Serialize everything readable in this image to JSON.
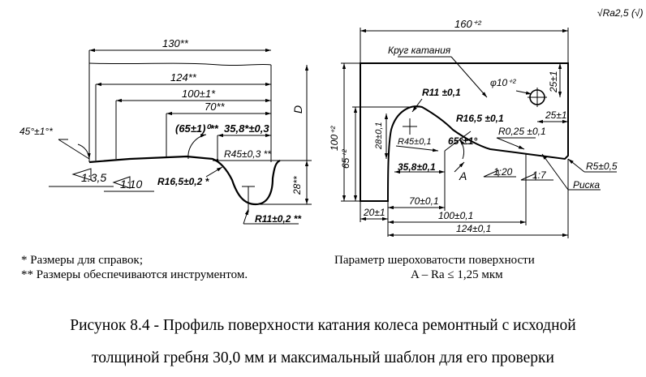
{
  "roughness_symbol": "√Ra2,5 (√)",
  "left_profile": {
    "dims": {
      "d130": "130**",
      "d124": "124**",
      "d100": "100±1*",
      "d70": "70**",
      "d65": "(65±1)⁰**",
      "d358": "35,8*±0,3",
      "r45": "R45±0,3 **",
      "r165": "R16,5±0,2 *",
      "r11": "R11±0,2 **",
      "angle45": "45°±1°*",
      "d28": "28**",
      "D": "D",
      "taper1": "1:3,5",
      "taper2": "1:10"
    }
  },
  "right_template": {
    "dims": {
      "d160": "160⁺²",
      "krug": "Круг катания",
      "r11": "R11 ±0,1",
      "r165": "R16,5 ±0,1",
      "phi10": "φ10⁺²",
      "d25a": "25±1",
      "d25b": "25±1",
      "r025": "R0,25 ±0,1",
      "d100": "100⁺²",
      "d65": "65⁺²",
      "d28": "28±0,1",
      "r45": "R45±0,1",
      "a65": "65°±1°",
      "d358": "35,8±0,1",
      "label_a": "A",
      "taper20": "1:20",
      "taper7": "1:7",
      "r5": "R5±0,5",
      "riska": "Риска",
      "d20": "20±1",
      "d70": "70±0,1",
      "d100b": "100±0,1",
      "d124": "124±0,1"
    }
  },
  "notes": {
    "ref": "* Размеры для справок;",
    "tool": "** Размеры обеспечиваются инструментом.",
    "param_title": "Параметр шероховатости поверхности",
    "param_value": "A – Ra ≤ 1,25 мкм"
  },
  "caption": {
    "line1": "Рисунок 8.4 - Профиль поверхности катания колеса ремонтный с исходной",
    "line2": "толщиной гребня 30,0 мм и максимальный шаблон для его проверки"
  }
}
